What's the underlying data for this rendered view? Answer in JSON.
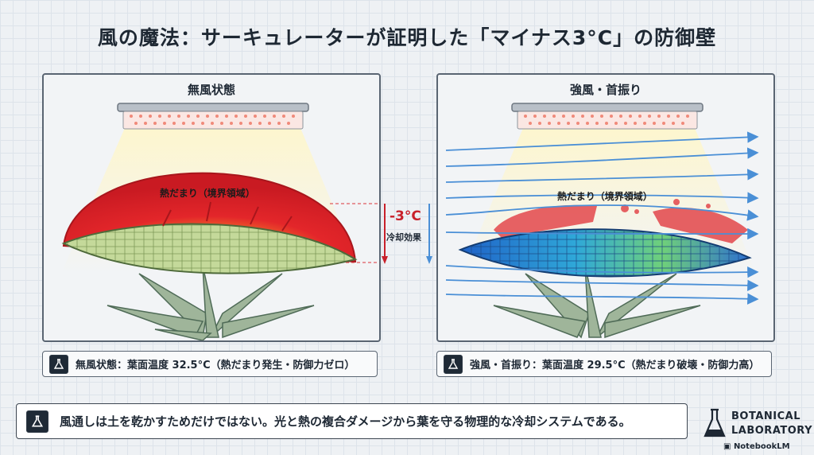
{
  "title": "風の魔法：サーキュレーターが証明した「マイナス3°C」の防御壁",
  "left_panel": {
    "label": "無風状態",
    "heat_label": "熱だまり（境界領域）",
    "caption": "無風状態：葉面温度 32.5°C（熱だまり発生・防御力ゼロ）"
  },
  "right_panel": {
    "label": "強風・首振り",
    "heat_label": "熱だまり（境界領域）",
    "caption": "強風・首振り：葉面温度 29.5°C（熱だまり破壊・防御力高）"
  },
  "delta": {
    "value": "-3°C",
    "label": "冷却効果"
  },
  "footer_text": "風通しは土を乾かすためだけではない。光と熱の複合ダメージから葉を守る物理的な冷却システムである。",
  "brand": {
    "line1": "BOTANICAL",
    "line2": "LABORATORY"
  },
  "credit": "NotebookLM",
  "colors": {
    "heat": "#e3262a",
    "cool_arrow": "#4a8fd6",
    "leaf": "#b8cf8a",
    "cooled_leaf": "#2f8fd8",
    "frame": "#5a6572"
  },
  "icons": [
    "flask-icon",
    "led-grow-light-icon",
    "wind-arrow-icon",
    "temperature-drop-arrow-icon",
    "notebook-icon"
  ]
}
